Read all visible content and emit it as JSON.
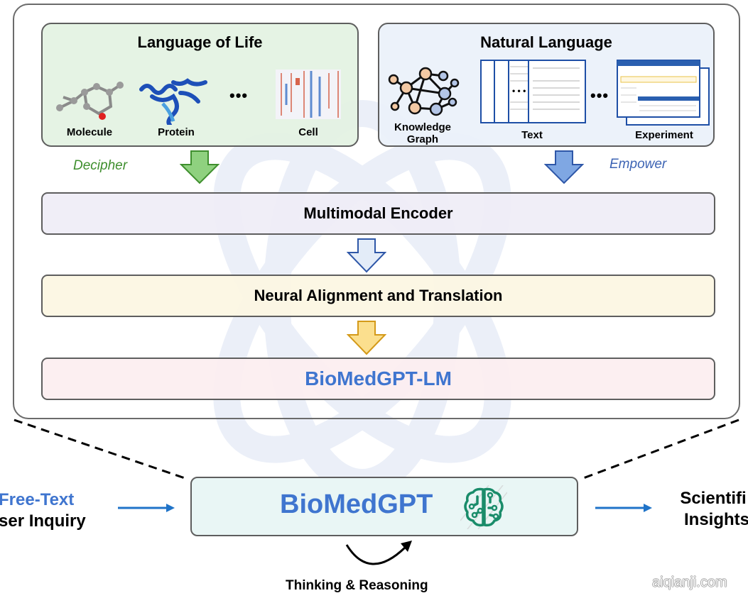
{
  "top_panels": {
    "language_of_life": {
      "title": "Language of Life",
      "items": [
        "Molecule",
        "Protein",
        "Cell"
      ],
      "ellipsis": "•••",
      "color": "#e3f2e2"
    },
    "natural_language": {
      "title": "Natural Language",
      "items": [
        "Knowledge Graph",
        "Text",
        "Experiment"
      ],
      "knowledge_graph_lines": [
        "Knowledge",
        "Graph"
      ],
      "ellipsis": "•••",
      "color": "#eaf1fa"
    }
  },
  "flow_labels": {
    "left": "Decipher",
    "right": "Empower",
    "left_color": "#3f8f2e",
    "right_color": "#3d64b4"
  },
  "layers": [
    {
      "label": "Multimodal Encoder",
      "color": "#efedf6"
    },
    {
      "label": "Neural Alignment and Translation",
      "color": "#fcf6e2"
    },
    {
      "label": "BioMedGPT-LM",
      "color": "#fceef0",
      "text_color": "#3f75cf"
    }
  ],
  "arrow_colors": {
    "decipher": "#8fd17f",
    "empower": "#7fa7e3",
    "encoder_to_alignment": "#e3ecf8",
    "alignment_to_lm": "#fbdf8e"
  },
  "core": {
    "title": "BioMedGPT",
    "icon": "brain-circuit-icon",
    "icon_color": "#1a8c6a",
    "box_color": "#e9f6f5"
  },
  "input": {
    "line1": "Free-Text",
    "line2": "ser Inquiry",
    "line1_color": "#3f75cf"
  },
  "output": {
    "line1": "Scientifi",
    "line2": "Insights"
  },
  "reasoning_label": "Thinking & Reasoning",
  "watermark": "aiqianji.com",
  "io_arrow_color": "#1f73c8"
}
